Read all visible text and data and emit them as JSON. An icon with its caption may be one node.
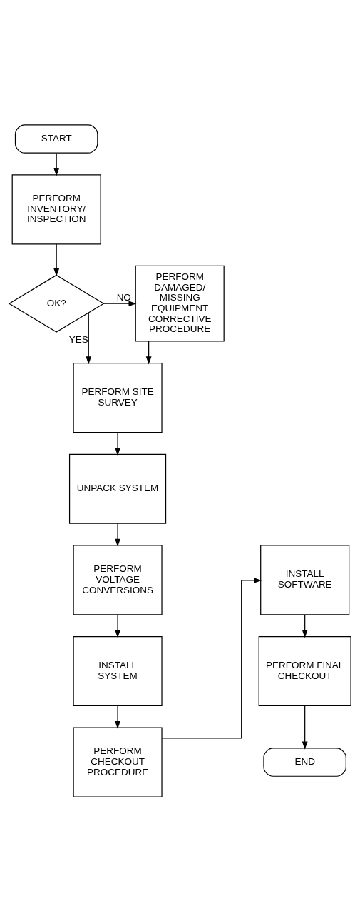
{
  "diagram": {
    "nodes": [
      {
        "text": [
          "START"
        ]
      },
      {
        "text": [
          "PERFORM INVENTORY/ INSPECTION"
        ]
      },
      {
        "text": [
          "OK?"
        ]
      },
      {
        "text": [
          "PERFORM DAMAGED/ MISSING EQUIPMENT CORRECTIVE PROCEDURE"
        ]
      },
      {
        "text": [
          "PERFORM SITE SURVEY"
        ]
      },
      {
        "text": [
          "UNPACK SYSTEM"
        ]
      },
      {
        "text": [
          "PERFORM VOLTAGE CONVERSIONS"
        ]
      },
      {
        "text": [
          "INSTALL SYSTEM"
        ]
      },
      {
        "text": [
          "PERFORM CHECKOUT PROCEDURE"
        ]
      },
      {
        "text": [
          "INSTALL SOFTWARE"
        ]
      },
      {
        "text": [
          "PERFORM FINAL CHECKOUT"
        ]
      },
      {
        "text": [
          "END"
        ]
      }
    ],
    "edges": [
      {
        "from": 0,
        "to": 1,
        "arrow": "to"
      },
      {
        "from": 1,
        "to": 2,
        "arrow": "to"
      },
      {
        "from": 2,
        "to": 3,
        "arrow": "to",
        "label": "NO"
      },
      {
        "from": 2,
        "to": 4,
        "arrow": "to",
        "label": "YES"
      },
      {
        "from": 3,
        "to": 4,
        "arrow": "to"
      },
      {
        "from": 4,
        "to": 5,
        "arrow": "to"
      },
      {
        "from": 5,
        "to": 6,
        "arrow": "to"
      },
      {
        "from": 6,
        "to": 7,
        "arrow": "to"
      },
      {
        "from": 7,
        "to": 8,
        "arrow": "to"
      },
      {
        "from": 8,
        "to": 9,
        "arrow": "to"
      },
      {
        "from": 9,
        "to": 10,
        "arrow": "to"
      },
      {
        "from": 10,
        "to": 11,
        "arrow": "to"
      }
    ]
  }
}
